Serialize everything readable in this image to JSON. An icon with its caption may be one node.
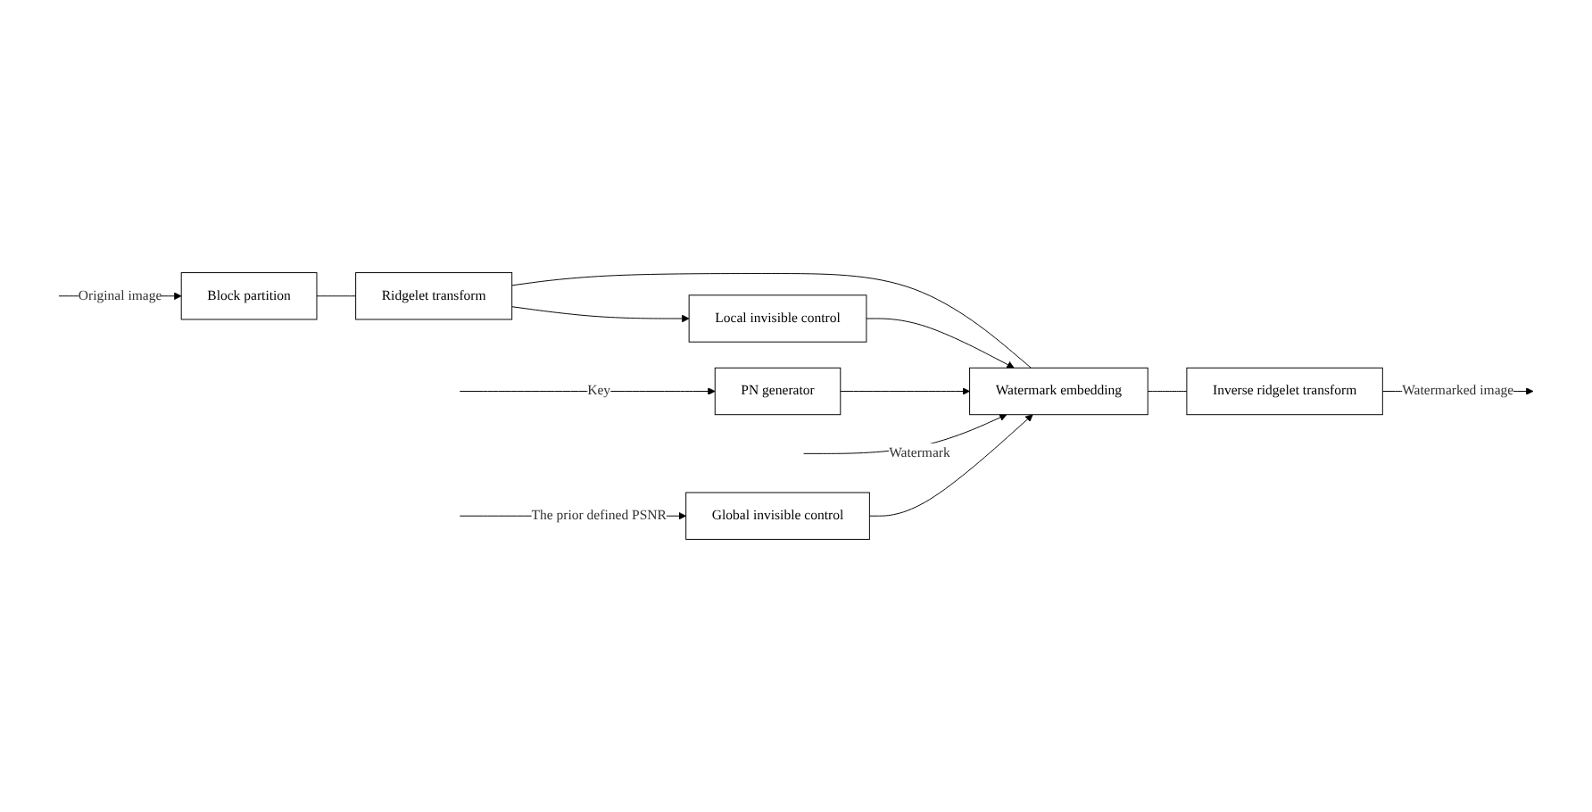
{
  "diagram": {
    "nodes": [
      {
        "text": [
          "Block partition"
        ]
      },
      {
        "text": [
          "Ridgelet transform"
        ]
      },
      {
        "text": [
          "Watermark embedding"
        ]
      },
      {
        "text": [
          "Inverse ridgelet transform"
        ]
      },
      {
        "text": [
          "PN generator"
        ]
      },
      {
        "text": [
          "Local invisible control"
        ]
      },
      {
        "text": [
          "Global invisible control"
        ]
      }
    ],
    "edges": [
      {
        "from": null,
        "to": 0,
        "arrow": "to",
        "label": "Original image"
      },
      {
        "from": 0,
        "to": 1,
        "arrow": "none"
      },
      {
        "from": 1,
        "to": 2,
        "arrow": "none"
      },
      {
        "from": 2,
        "to": 3,
        "arrow": "none"
      },
      {
        "from": 3,
        "to": null,
        "arrow": "to",
        "label": "Watermarked image"
      },
      {
        "from": null,
        "to": 4,
        "arrow": "to",
        "label": "Key"
      },
      {
        "from": 4,
        "to": 2,
        "arrow": "to"
      },
      {
        "from": null,
        "to": 2,
        "arrow": "to",
        "label": "Watermark"
      },
      {
        "from": 1,
        "to": 5,
        "arrow": "to"
      },
      {
        "from": 5,
        "to": 2,
        "arrow": "to"
      },
      {
        "from": null,
        "to": 6,
        "arrow": "to",
        "label": "The prior defined PSNR"
      },
      {
        "from": 6,
        "to": 2,
        "arrow": "to"
      }
    ]
  }
}
